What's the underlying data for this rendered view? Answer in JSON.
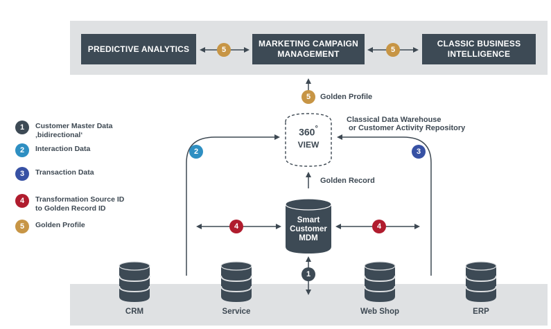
{
  "top_boxes": {
    "predictive": "PREDICTIVE ANALYTICS",
    "marketing_line1": "MARKETING CAMPAIGN",
    "marketing_line2": "MANAGEMENT",
    "classic_line1": "CLASSIC BUSINESS",
    "classic_line2": "INTELLIGENCE"
  },
  "badges": {
    "one": "1",
    "two": "2",
    "three": "3",
    "four": "4",
    "five": "5"
  },
  "golden_profile_label": "Golden Profile",
  "golden_record_label": "Golden Record",
  "view": {
    "line1": "360",
    "degree": "°",
    "line2": "VIEW"
  },
  "warehouse": {
    "line1": "Classical Data Warehouse",
    "line2": "or Customer Activity Repository"
  },
  "mdm": {
    "line1": "Smart",
    "line2": "Customer",
    "line3": "MDM"
  },
  "legend": [
    {
      "num": "1",
      "line1": "Customer Master Data",
      "line2": "‚bidirectional‘"
    },
    {
      "num": "2",
      "line1": "Interaction Data",
      "line2": ""
    },
    {
      "num": "3",
      "line1": "Transaction Data",
      "line2": ""
    },
    {
      "num": "4",
      "line1": "Transformation Source ID",
      "line2": "to Golden Record ID"
    },
    {
      "num": "5",
      "line1": "Golden Profile",
      "line2": ""
    }
  ],
  "sources": [
    "CRM",
    "Service",
    "Web Shop",
    "ERP"
  ],
  "colors": {
    "dark": "#3d4a55",
    "teal": "#2e8fc2",
    "blue": "#3751a4",
    "red": "#b01c2e",
    "gold": "#c79545",
    "band": "#dfe1e3"
  }
}
